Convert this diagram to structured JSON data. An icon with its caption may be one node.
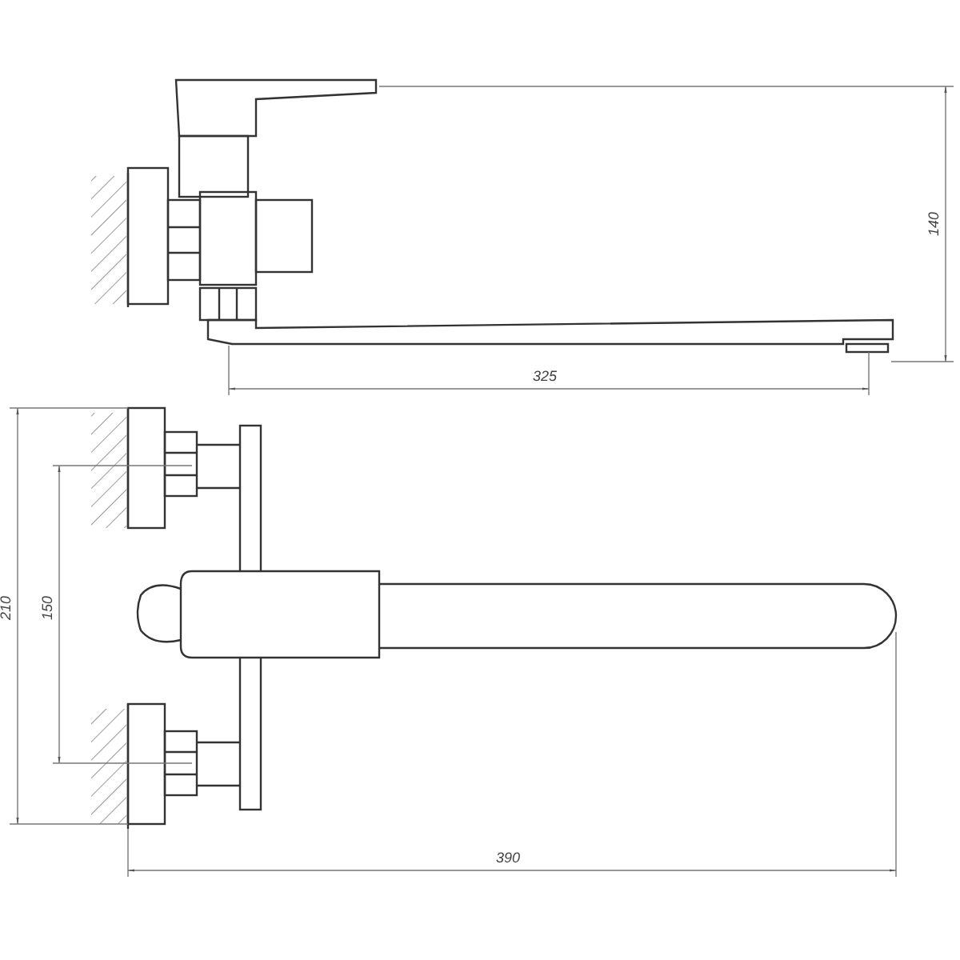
{
  "diagram": {
    "labels": [
      "140",
      "325",
      "210",
      "150",
      "390"
    ]
  }
}
